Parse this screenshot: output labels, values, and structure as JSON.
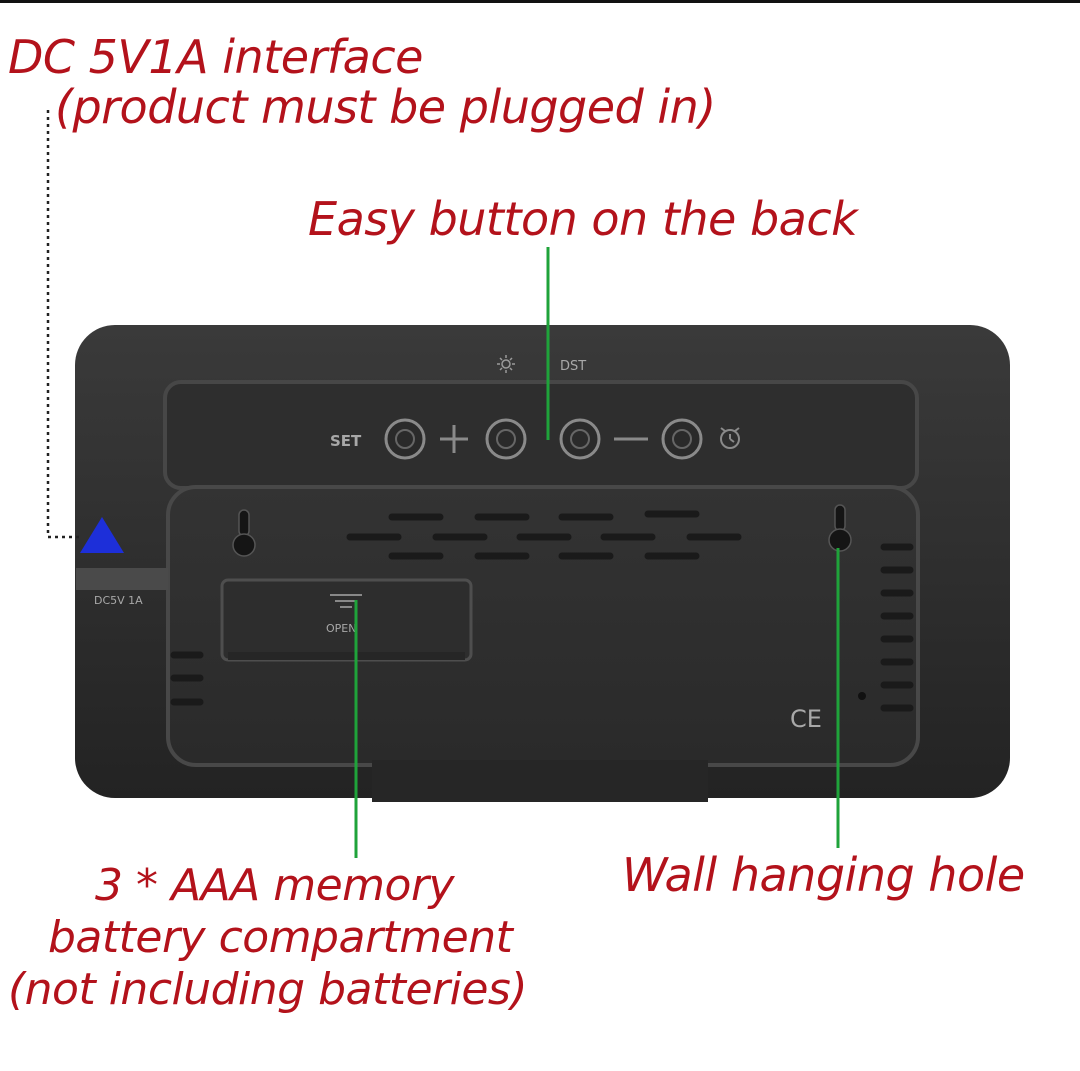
{
  "callouts": {
    "dc_interface": {
      "line1": "DC 5V1A interface",
      "line2": "(product must be plugged in)"
    },
    "easy_button": "Easy button on the back",
    "battery": {
      "line1": "3 * AAA memory",
      "line2": "battery compartment",
      "line3": "(not including batteries)"
    },
    "wall_hole": "Wall hanging hole"
  },
  "device_markings": {
    "set": "SET",
    "dst": "DST",
    "open": "OPEN",
    "ce": "CE",
    "dc_port": "DC5V 1A"
  },
  "colors": {
    "label_text": "#b3121b",
    "leader_green": "#1fa33a",
    "port_arrow": "#1d2fd9",
    "device_body": "#2b2b2b"
  },
  "icons": [
    "brightness-sun-icon",
    "alarm-bell-icon",
    "plus-icon",
    "minus-icon",
    "triangle-arrow-icon"
  ]
}
